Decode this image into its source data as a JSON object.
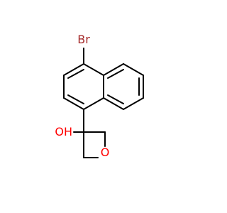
{
  "molecule": {
    "atoms": {
      "bromine": "Br",
      "hydroxyl": "OH",
      "ring_oxygen": "O"
    },
    "colors": {
      "bond": "#000000",
      "bromine": "#a52a2a",
      "oxygen": "#ff0000"
    }
  }
}
